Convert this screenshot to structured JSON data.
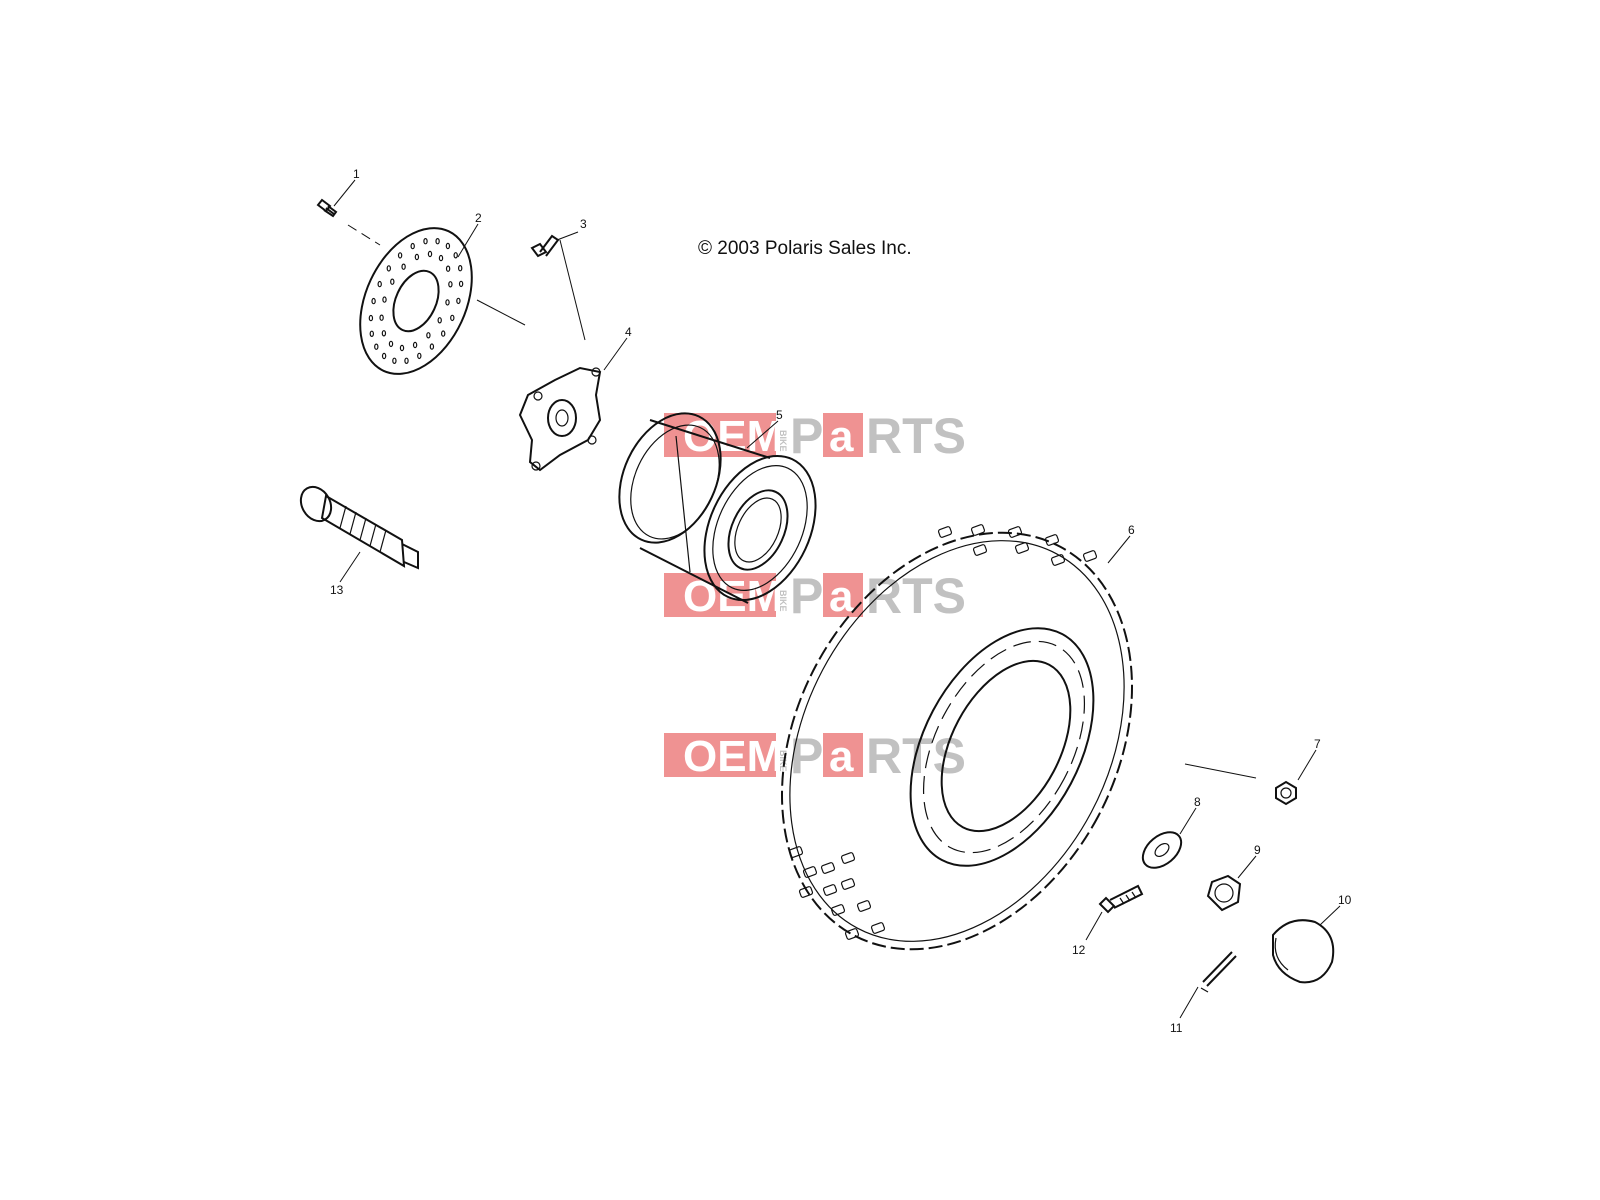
{
  "copyright": "© 2003 Polaris Sales Inc.",
  "watermark": {
    "oem": "OEM",
    "bike": "BIKE",
    "parts_p": "P",
    "parts_a": "a",
    "parts_rts": "RTS"
  },
  "callouts": [
    "1",
    "2",
    "3",
    "4",
    "5",
    "6",
    "7",
    "8",
    "9",
    "10",
    "11",
    "12",
    "13"
  ],
  "colors": {
    "watermark_red": "#e23a3a",
    "watermark_gray": "#8f8f8f",
    "line": "#111111"
  }
}
